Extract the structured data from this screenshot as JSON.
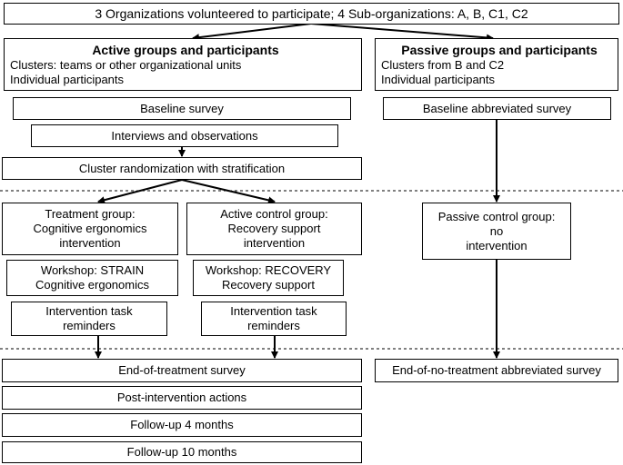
{
  "top_box": "3 Organizations volunteered to participate; 4 Sub-organizations: A, B, C1, C2",
  "active": {
    "title": "Active groups and participants",
    "line1": "Clusters: teams or other organizational units",
    "line2": "Individual participants",
    "baseline": "Baseline survey",
    "interviews": "Interviews and observations",
    "randomization": "Cluster randomization with stratification"
  },
  "passive": {
    "title": "Passive groups and participants",
    "line1": "Clusters from B and C2",
    "line2": "Individual participants",
    "baseline": "Baseline abbreviated survey",
    "control": [
      "Passive control group:",
      "no",
      "intervention"
    ],
    "end": "End-of-no-treatment abbreviated survey"
  },
  "treatment": {
    "group": [
      "Treatment group:",
      "Cognitive ergonomics",
      "intervention"
    ],
    "workshop": [
      "Workshop: STRAIN",
      "Cognitive ergonomics"
    ],
    "reminders": [
      "Intervention task",
      "reminders"
    ]
  },
  "active_control": {
    "group": [
      "Active control group:",
      "Recovery support",
      "intervention"
    ],
    "workshop": [
      "Workshop: RECOVERY",
      "Recovery support"
    ],
    "reminders": [
      "Intervention task",
      "reminders"
    ]
  },
  "final": {
    "end_of_treatment": "End-of-treatment survey",
    "post_actions": "Post-intervention actions",
    "followup_4": "Follow-up 4 months",
    "followup_10": "Follow-up 10 months"
  }
}
